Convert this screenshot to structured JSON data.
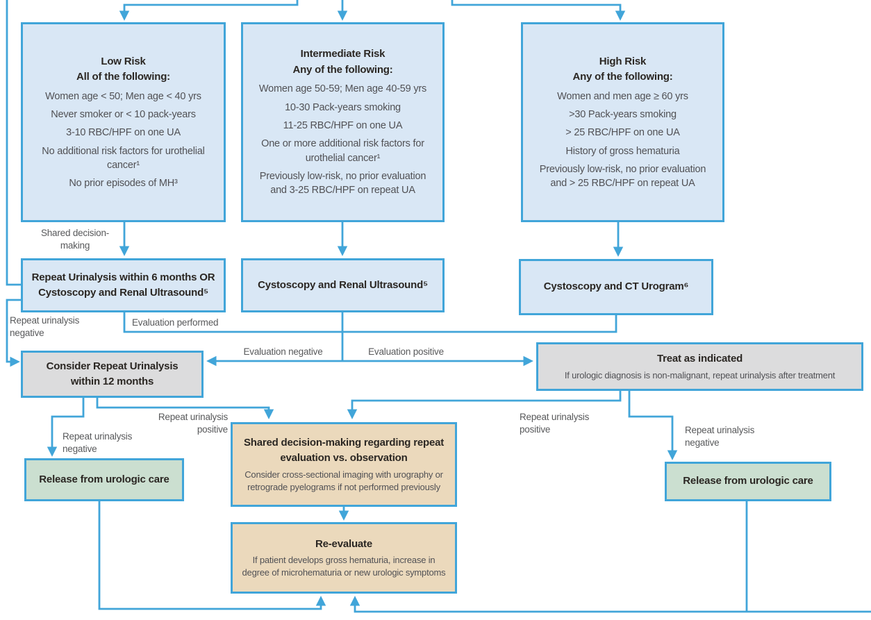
{
  "palette": {
    "connector_blue": "#41a5d9",
    "node_blue": "#d9e7f5",
    "node_gray": "#dcdcdd",
    "node_tan": "#ebd9bc",
    "node_green": "#cbdfd0",
    "text_dark": "#2b2723",
    "text_body": "#515155",
    "text_label": "#58595b"
  },
  "nodes": {
    "low_risk": {
      "title": "Low Risk",
      "subtitle": "All of the following:",
      "items": [
        "Women age < 50; Men age < 40 yrs",
        "Never smoker or < 10 pack-years",
        "3-10 RBC/HPF on one UA",
        "No additional risk factors for urothelial cancer¹",
        "No prior episodes of MH³"
      ]
    },
    "intermediate_risk": {
      "title": "Intermediate Risk",
      "subtitle": "Any of the following:",
      "items": [
        "Women age 50-59; Men age 40-59 yrs",
        "10-30 Pack-years smoking",
        "11-25 RBC/HPF on one UA",
        "One or more additional risk factors for urothelial cancer¹",
        "Previously low-risk, no prior evaluation and 3-25 RBC/HPF on repeat UA"
      ]
    },
    "high_risk": {
      "title": "High Risk",
      "subtitle": "Any of the following:",
      "items": [
        "Women and men age ≥ 60 yrs",
        ">30 Pack-years smoking",
        "> 25 RBC/HPF on one UA",
        "History of gross hematuria",
        "Previously low-risk, no prior evaluation and > 25 RBC/HPF on repeat UA"
      ]
    },
    "repeat_ua_6mo": {
      "title": "Repeat Urinalysis within 6 months OR Cystoscopy and Renal Ultrasound⁵"
    },
    "cysto_renal_us": {
      "title": "Cystoscopy and Renal Ultrasound⁵"
    },
    "cysto_ct_urogram": {
      "title": "Cystoscopy and CT Urogram⁶"
    },
    "consider_repeat_ua": {
      "title": "Consider Repeat Urinalysis within 12 months"
    },
    "treat_as_indicated": {
      "title": "Treat as indicated",
      "note": "If urologic diagnosis is non-malignant, repeat urinalysis after treatment"
    },
    "shared_decision_box": {
      "title": "Shared decision-making regarding repeat evaluation vs. observation",
      "note": "Consider cross-sectional imaging with urography or retrograde pyelograms if not performed previously"
    },
    "reevaluate": {
      "title": "Re-evaluate",
      "note": "If patient develops gross hematuria, increase in degree of microhematuria or new urologic symptoms"
    },
    "release_left": {
      "title": "Release from urologic care"
    },
    "release_right": {
      "title": "Release from urologic care"
    }
  },
  "edge_labels": {
    "shared_decision": "Shared decision-making",
    "evaluation_performed": "Evaluation performed",
    "repeat_ua_negative_left": "Repeat urinalysis negative",
    "evaluation_negative": "Evaluation negative",
    "evaluation_positive": "Evaluation positive",
    "repeat_ua_positive_mid": "Repeat urinalysis positive",
    "repeat_ua_negative_mid": "Repeat urinalysis negative",
    "repeat_ua_positive_right": "Repeat urinalysis positive",
    "repeat_ua_negative_right": "Repeat urinalysis negative"
  }
}
